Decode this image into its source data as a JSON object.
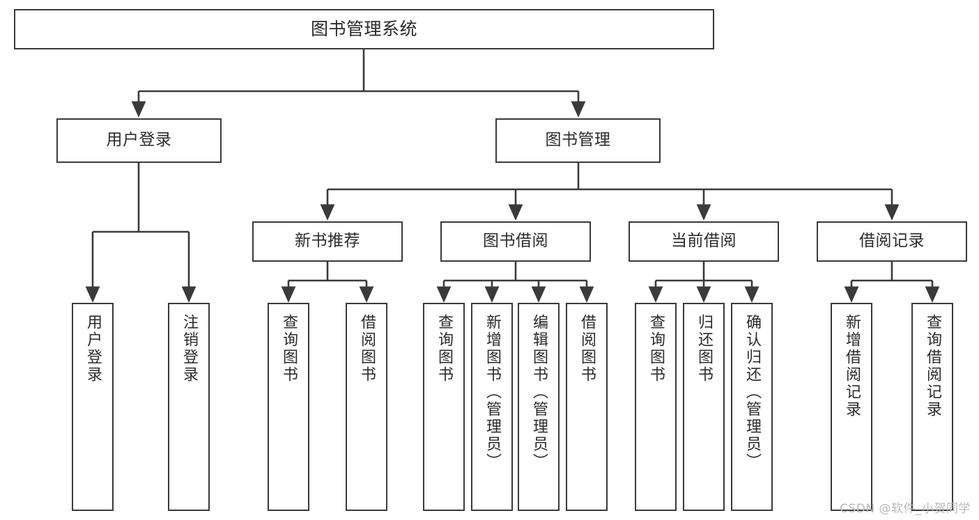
{
  "diagram": {
    "title": "图书管理系统",
    "type": "tree-hierarchy",
    "stroke_color": "#3a3a3a",
    "text_color": "#2b2b2b",
    "background_color": "#ffffff"
  },
  "nodes": {
    "root": {
      "label": "图书管理系统"
    },
    "level2": [
      {
        "label": "用户登录"
      },
      {
        "label": "图书管理"
      }
    ],
    "level3": [
      {
        "label": "新书推荐"
      },
      {
        "label": "图书借阅"
      },
      {
        "label": "当前借阅"
      },
      {
        "label": "借阅记录"
      }
    ],
    "leaves": [
      {
        "label": "用户登录"
      },
      {
        "label": "注销登录"
      },
      {
        "label": "查询图书"
      },
      {
        "label": "借阅图书"
      },
      {
        "label": "查询图书"
      },
      {
        "label": "新增图书（管理员）"
      },
      {
        "label": "编辑图书（管理员）"
      },
      {
        "label": "借阅图书"
      },
      {
        "label": "查询图书"
      },
      {
        "label": "归还图书"
      },
      {
        "label": "确认归还（管理员）"
      },
      {
        "label": "新增借阅记录"
      },
      {
        "label": "查询借阅记录"
      }
    ]
  },
  "watermark": {
    "text": "CSDN @软件_小贺同学",
    "color": "#b9b9b9"
  }
}
